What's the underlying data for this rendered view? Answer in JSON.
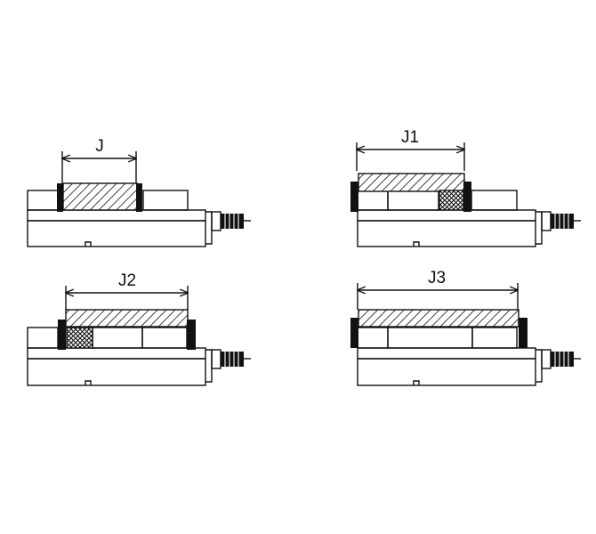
{
  "diagrams": [
    {
      "id": "vise-j",
      "label": "J"
    },
    {
      "id": "vise-j1",
      "label": "J1"
    },
    {
      "id": "vise-j2",
      "label": "J2"
    },
    {
      "id": "vise-j3",
      "label": "J3"
    }
  ],
  "colors": {
    "line": "#111111",
    "background": "#ffffff"
  }
}
